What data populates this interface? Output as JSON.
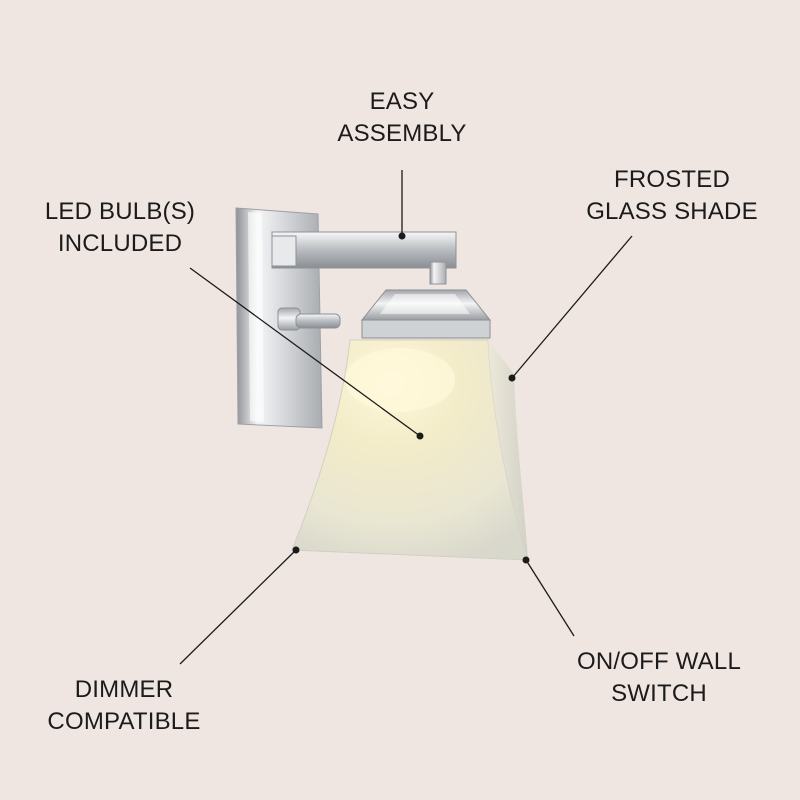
{
  "callouts": {
    "easy_assembly": {
      "line1": "EASY",
      "line2": "ASSEMBLY"
    },
    "frosted_glass": {
      "line1": "FROSTED",
      "line2": "GLASS SHADE"
    },
    "led_bulb": {
      "line1": "LED BULB(S)",
      "line2": "INCLUDED"
    },
    "dimmer": {
      "line1": "DIMMER",
      "line2": "COMPATIBLE"
    },
    "switch": {
      "line1": "ON/OFF WALL",
      "line2": "SWITCH"
    }
  },
  "colors": {
    "background": "#efe6e2",
    "text": "#1b1b1b",
    "chrome": "#c9ccd0",
    "glass": "#f2efdc"
  }
}
